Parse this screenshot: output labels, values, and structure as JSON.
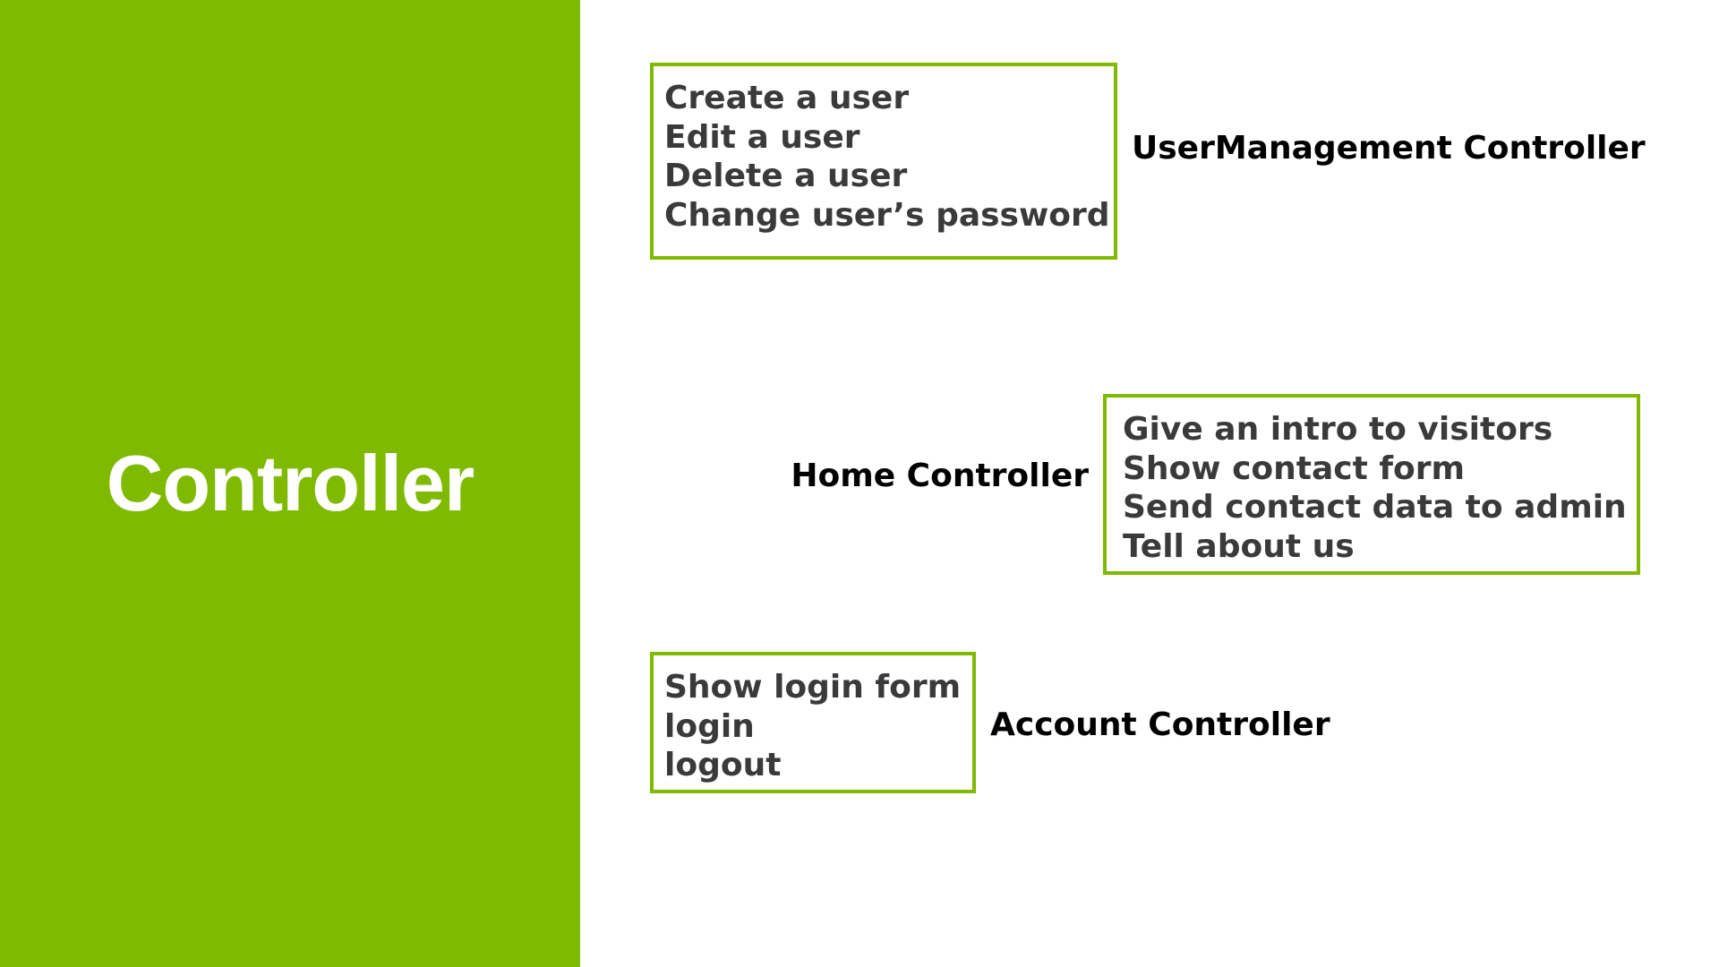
{
  "panel": {
    "title": "Controller",
    "color": "#7fba00"
  },
  "controllers": {
    "user_management": {
      "label": "UserManagement Controller",
      "actions": [
        "Create a user",
        "Edit a user",
        "Delete a user",
        "Change user’s password"
      ]
    },
    "home": {
      "label": "Home Controller",
      "actions": [
        "Give an intro to visitors",
        "Show contact form",
        "Send contact data to admin",
        "Tell about us"
      ]
    },
    "account": {
      "label": "Account Controller",
      "actions": [
        "Show login form",
        "login",
        "logout"
      ]
    }
  },
  "colors": {
    "accent": "#7fba00",
    "box_text": "#3a3a3a",
    "label_text": "#000000"
  }
}
